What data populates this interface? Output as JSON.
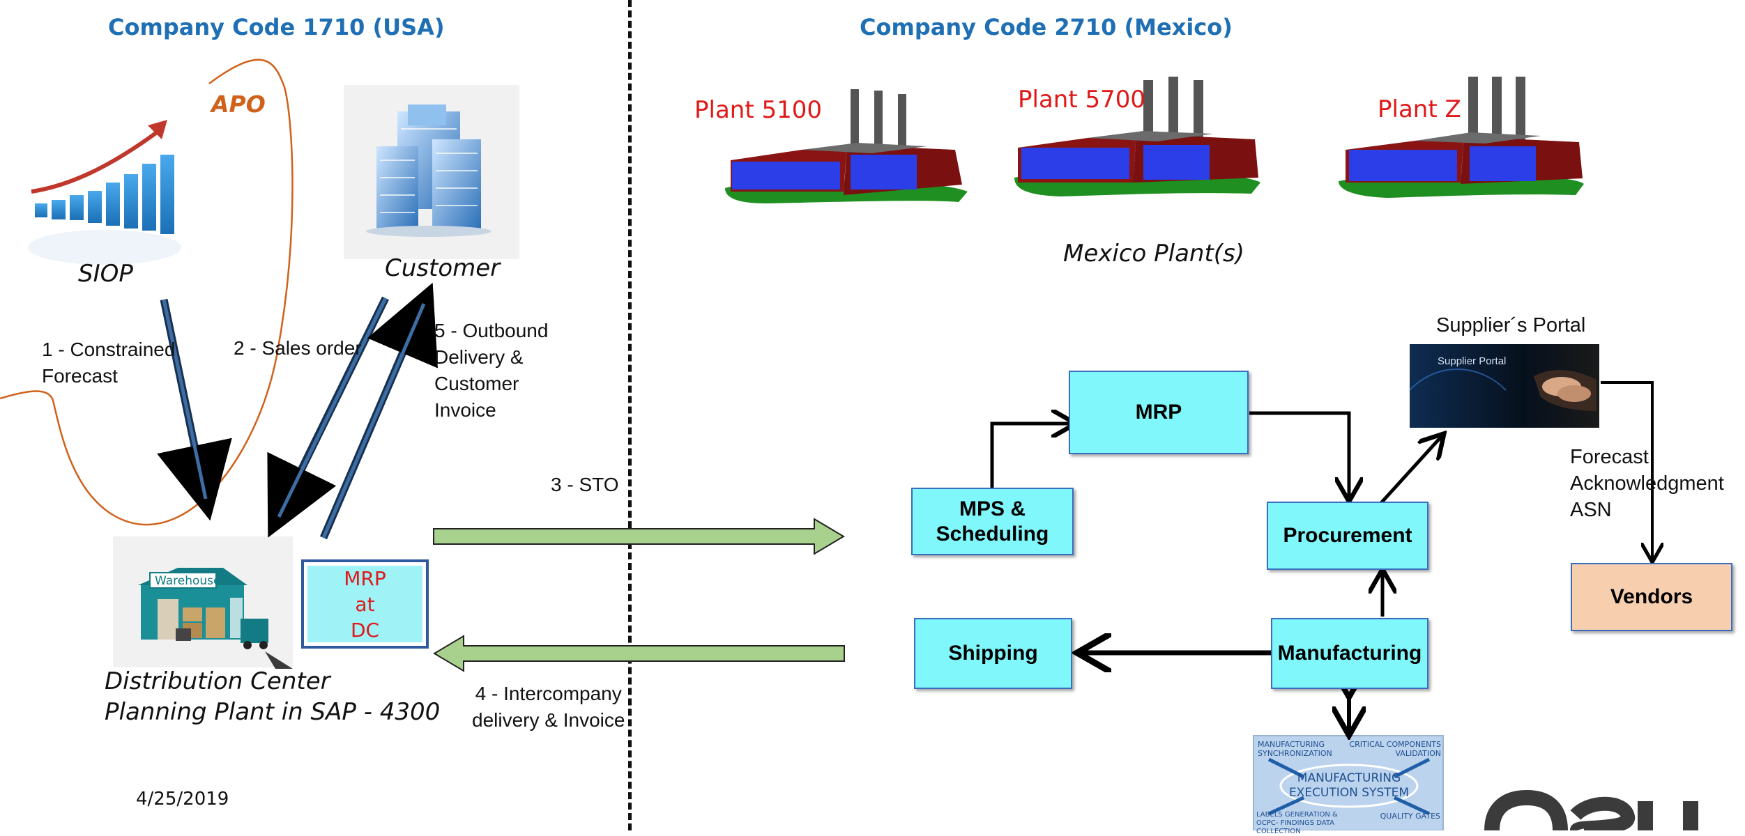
{
  "header": {
    "company_usa": "Company Code  1710 (USA)",
    "company_mexico": "Company Code  2710 (Mexico)"
  },
  "left": {
    "apo_label": "APO",
    "siop_label": "SIOP",
    "customer_label": "Customer",
    "dc_label_line1": "Distribution Center",
    "dc_label_line2": "Planning Plant in SAP - 4300",
    "mrp_dc_line1": "MRP",
    "mrp_dc_line2": "at",
    "mrp_dc_line3": "DC",
    "warehouse_sign": "Warehouse",
    "date": "4/25/2019"
  },
  "flows": {
    "step1_line1": "1 - Constrained",
    "step1_line2": "Forecast",
    "step2": "2 - Sales order",
    "step3": "3 - STO",
    "step4_line1": "4 - Intercompany",
    "step4_line2": "delivery & Invoice",
    "step5_line1": "5 - Outbound",
    "step5_line2": "Delivery  &",
    "step5_line3": "Customer",
    "step5_line4": "Invoice"
  },
  "mexico": {
    "plants": [
      "Plant 5100",
      "Plant 5700",
      "Plant Z"
    ],
    "plants_caption": "Mexico Plant(s)",
    "portal_label": "Supplier´s Portal",
    "portal_image_text": "Supplier Portal",
    "boxes": {
      "mrp": "MRP",
      "mps_line1": "MPS &",
      "mps_line2": "Scheduling",
      "procurement": "Procurement",
      "shipping": "Shipping",
      "manufacturing": "Manufacturing",
      "vendors": "Vendors"
    },
    "vendor_flow_line1": "Forecast",
    "vendor_flow_line2": "Acknowledgment",
    "vendor_flow_line3": "ASN",
    "mes": {
      "top_left": "MANUFACTURING SYNCHRONIZATION",
      "top_right": "CRITICAL COMPONENTS VALIDATION",
      "center": "MANUFACTURING EXECUTION SYSTEM",
      "bottom_left": "LABELS GENERATION & OCPC- FINDINGS DATA COLLECTION",
      "bottom_right": "QUALITY GATES"
    }
  },
  "colors": {
    "company_blue": "#1f6fb5",
    "plant_red": "#e01818",
    "box_cyan": "#7ff7fb",
    "vendor_peach": "#f8cfae",
    "flow_green": "#a9d18e",
    "apo_orange": "#d0611a"
  }
}
